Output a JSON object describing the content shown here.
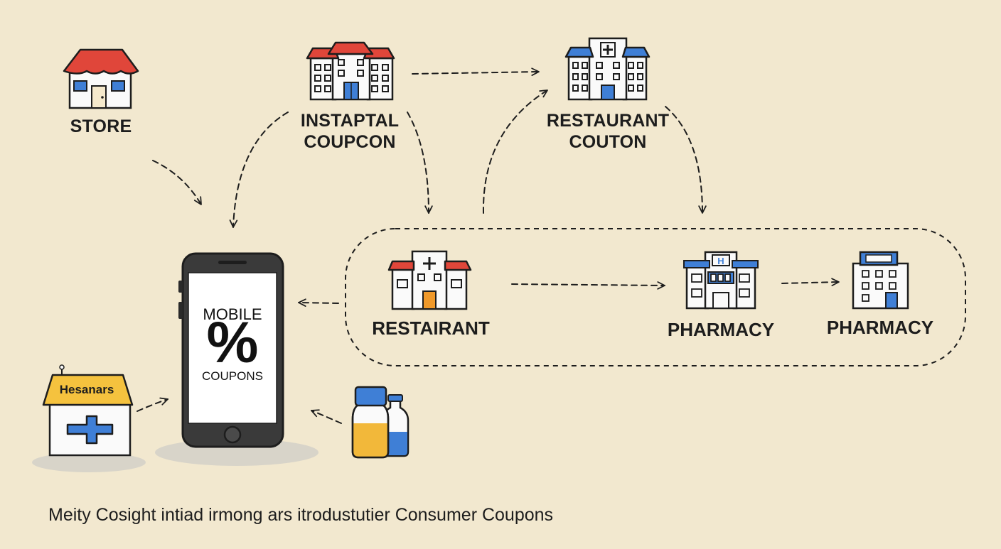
{
  "labels": {
    "store": "STORE",
    "instaptal_line1": "INSTAPTAL",
    "instaptal_line2": "COUPCON",
    "restaurant_couton_line1": "RESTAURANT",
    "restaurant_couton_line2": "COUTON",
    "restairant": "RESTAIRANT",
    "pharmacy_1": "PHARMACY",
    "pharmacy_2": "PHARMACY"
  },
  "phone": {
    "title": "MOBILE",
    "percent": "%",
    "subtitle": "COUPONS"
  },
  "sign": {
    "text": "Hesanars"
  },
  "caption": "Meity Cosight intiad irmong ars itrodustutier Consumer Coupons",
  "colors": {
    "background": "#f2e8cf",
    "roof_red": "#e0463a",
    "roof_blue": "#3f7fd6",
    "door_blue": "#3f7fd6",
    "door_orange": "#f0992a",
    "sign_yellow": "#f5c23e",
    "cross_blue": "#3f7fd6",
    "bottle_yellow": "#f2b83a",
    "bottle_blue": "#3f7fd6",
    "ink": "#1d1d1d"
  },
  "icons": [
    "store-icon",
    "hospital-icon",
    "pharmacy-icon",
    "phone-icon",
    "medicine-bottles-icon",
    "clinic-sign-icon"
  ]
}
